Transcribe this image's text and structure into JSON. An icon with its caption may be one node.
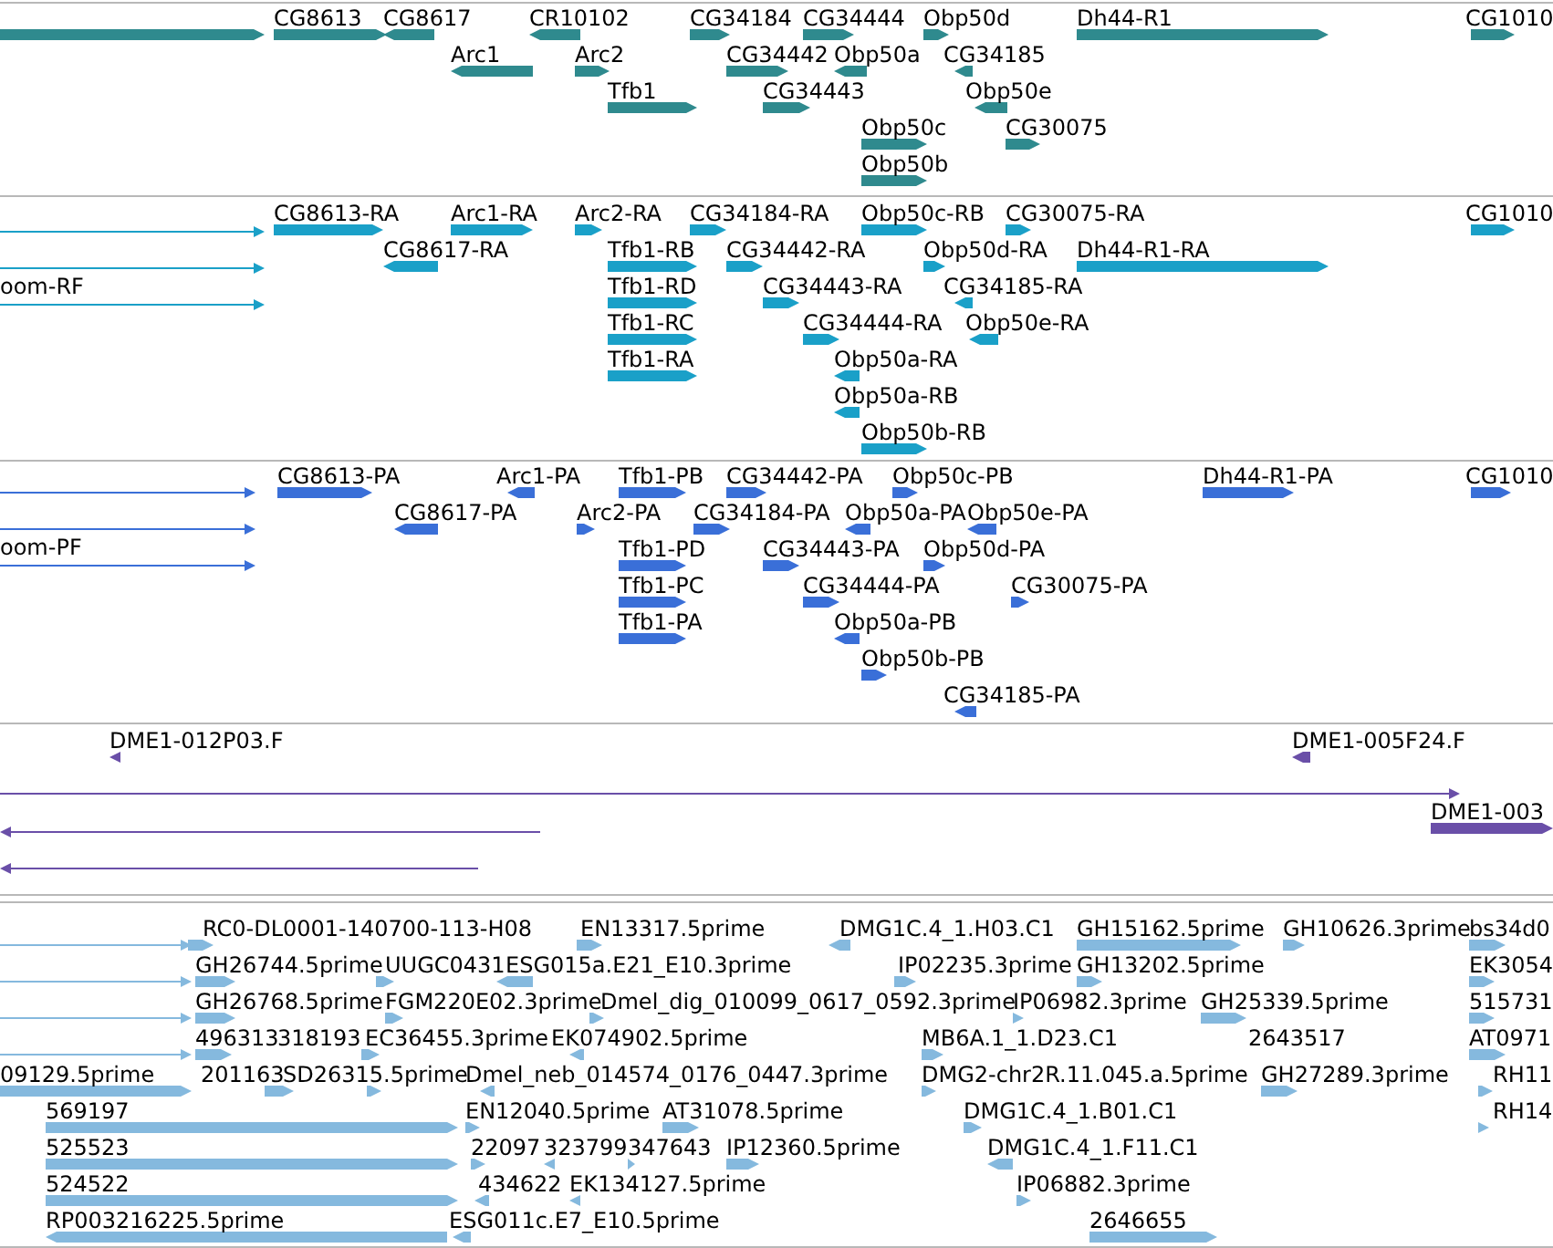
{
  "diagram": {
    "labels": [
      "CG8613",
      "CG8617",
      "CR10102",
      "CG34184",
      "CG34444",
      "Obp50d",
      "Dh44-R1",
      "CG1010",
      "Arc1",
      "Arc2",
      "CG34442",
      "Obp50a",
      "CG34185",
      "Tfb1",
      "CG34443",
      "Obp50e",
      "Obp50c",
      "CG30075",
      "Obp50b",
      "CG8613-RA",
      "Arc1-RA",
      "Arc2-RA",
      "CG34184-RA",
      "Obp50c-RB",
      "CG30075-RA",
      "CG1010",
      "CG8617-RA",
      "Tfb1-RB",
      "CG34442-RA",
      "Obp50d-RA",
      "Dh44-R1-RA",
      "oom-RF",
      "Tfb1-RD",
      "CG34443-RA",
      "CG34185-RA",
      "Tfb1-RC",
      "CG34444-RA",
      "Obp50e-RA",
      "Tfb1-RA",
      "Obp50a-RA",
      "Obp50a-RB",
      "Obp50b-RB",
      "CG8613-PA",
      "Arc1-PA",
      "Tfb1-PB",
      "CG34442-PA",
      "Obp50c-PB",
      "Dh44-R1-PA",
      "CG1010",
      "CG8617-PA",
      "Arc2-PA",
      "CG34184-PA",
      "Obp50a-PA",
      "Obp50e-PA",
      "oom-PF",
      "Tfb1-PD",
      "CG34443-PA",
      "Obp50d-PA",
      "Tfb1-PC",
      "CG34444-PA",
      "CG30075-PA",
      "Tfb1-PA",
      "Obp50a-PB",
      "Obp50b-PB",
      "CG34185-PA",
      "DME1-012P03.F",
      "DME1-005F24.F",
      "DME1-003",
      "RC0-DL0001-140700-113-H08",
      "EN13317.5prime",
      "DMG1C.4_1.H03.C1",
      "GH15162.5prime",
      "GH10626.3prime",
      "bs34d0",
      "GH26744.5prime",
      "UUGC0431",
      "ESG015a.E21_E10.3prime",
      "IP02235.3prime",
      "GH13202.5prime",
      "EK3054",
      "GH26768.5prime",
      "FGM220E02.3prime",
      "Dmel_dig_010099_0617_0592.3prime",
      "IP06982.3prime",
      "GH25339.5prime",
      "515731",
      "496313",
      "318193",
      "EC36455.3prime",
      "EK074902.5prime",
      "MB6A.1_1.D23.C1",
      "2643517",
      "AT0971",
      "09129.5prime",
      "201163",
      "SD26315.5prime",
      "Dmel_neb_014574_0176_0447.3prime",
      "DMG2-chr2R.11.045.a.5prime",
      "GH27289.3prime",
      "RH11",
      "569197",
      "EN12040.5prime",
      "AT31078.5prime",
      "DMG1C.4_1.B01.C1",
      "RH14",
      "525523",
      "22097",
      "323799",
      "347643",
      "IP12360.5prime",
      "DMG1C.4_1.F11.C1",
      "524522",
      "434622",
      "EK134127.5prime",
      "IP06882.3prime",
      "RP003216225.5prime",
      "ESG011c.E7_E10.5prime",
      "2646655"
    ]
  }
}
